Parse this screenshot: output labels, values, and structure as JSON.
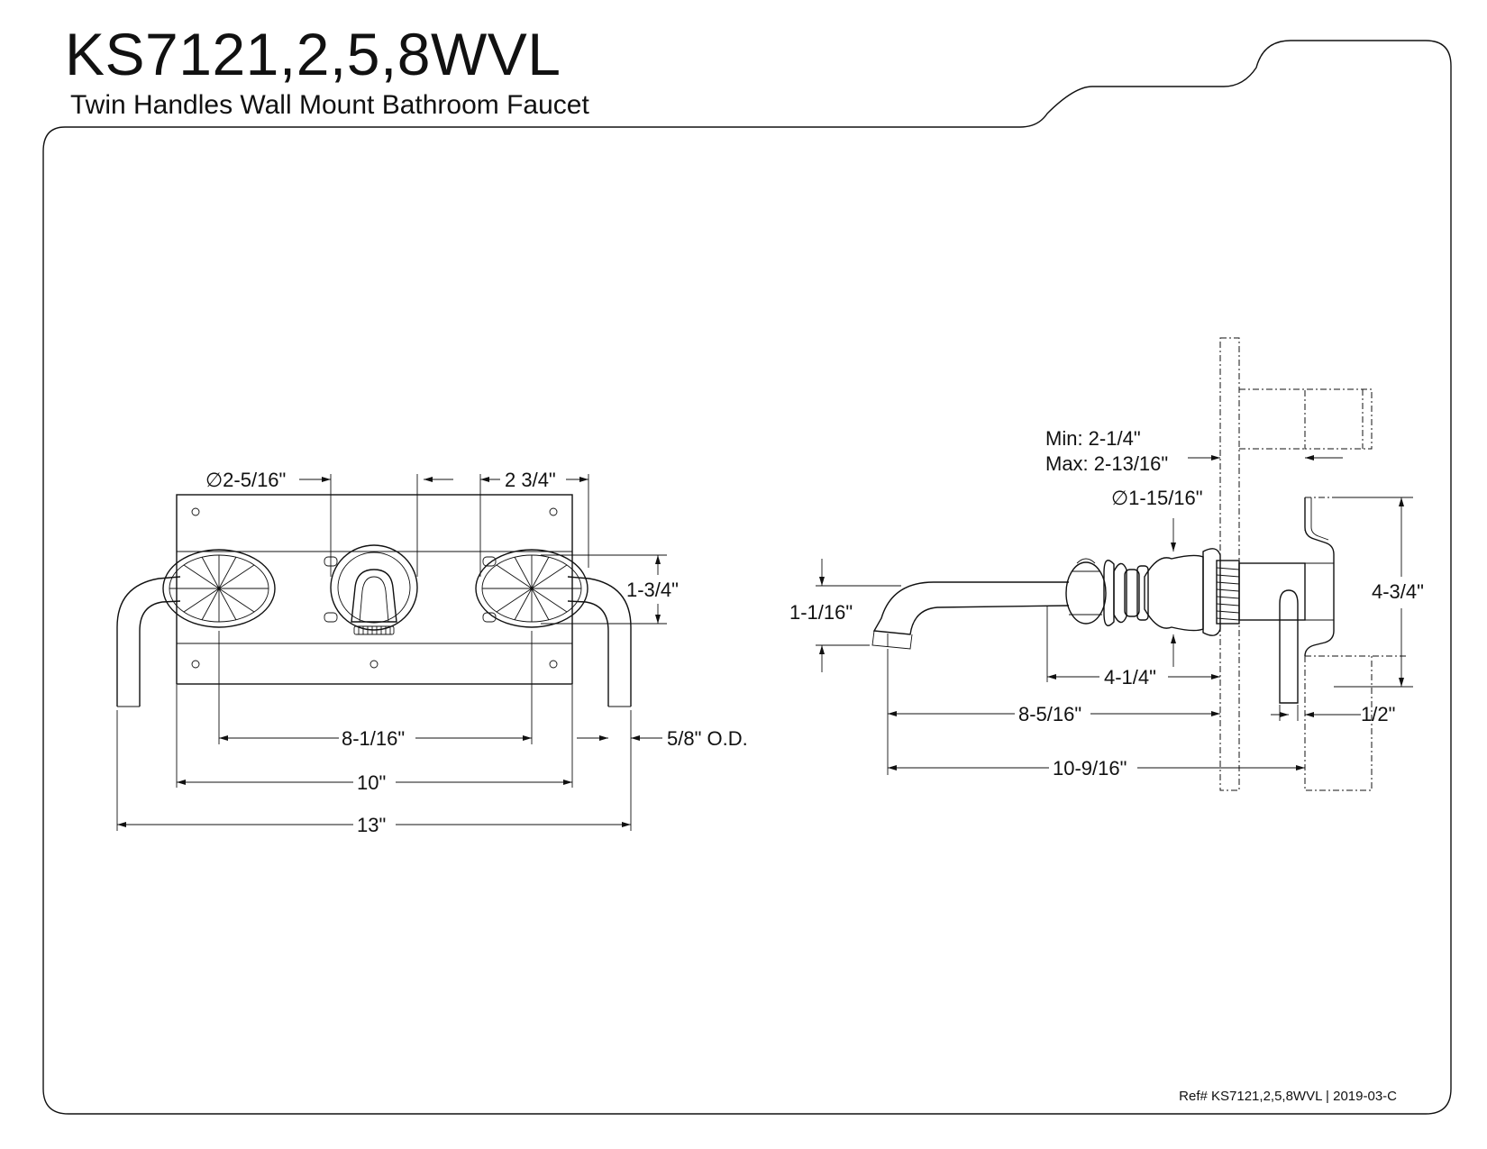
{
  "header": {
    "title": "KS7121,2,5,8WVL",
    "subtitle": "Twin Handles Wall Mount Bathroom Faucet"
  },
  "footer": {
    "ref": "Ref# KS7121,2,5,8WVL | 2019-03-C"
  },
  "front_view": {
    "dims": {
      "spout_diameter": "∅2-5/16\"",
      "handle_offset": "2 3/4\"",
      "plate_height": "1-3/4\"",
      "handle_centers": "8-1/16\"",
      "plate_width": "10\"",
      "overall_width": "13\"",
      "tube_od": "5/8\" O.D."
    }
  },
  "side_view": {
    "dims": {
      "wall_min": "Min: 2-1/4\"",
      "wall_max": "Max: 2-13/16\"",
      "flange_diameter": "∅1-15/16\"",
      "spout_height": "1-1/16\"",
      "valve_height": "4-3/4\"",
      "handle_reach": "4-1/4\"",
      "spout_reach": "8-5/16\"",
      "total_depth": "10-9/16\"",
      "stub_out": "1/2\""
    }
  }
}
